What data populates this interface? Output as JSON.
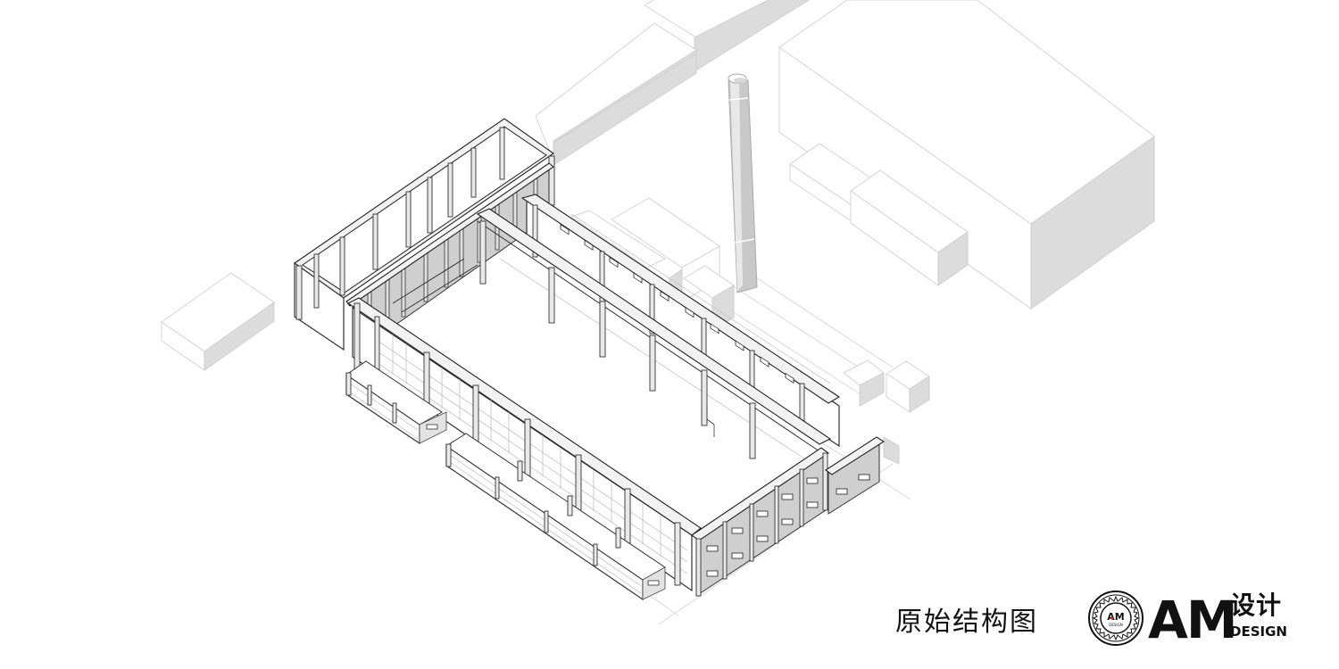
{
  "caption": "原始结构图",
  "logo": {
    "badge_text": "AM",
    "badge_subtext": "DESIGN",
    "wordmark": "AM",
    "wordmark_cn": "设计",
    "wordmark_en": "DESIGN",
    "accent_color": "#cc1f1f"
  },
  "drawing": {
    "type": "axonometric structural drawing",
    "subject": "original building structure with surrounding context volumes and chimney",
    "colors": {
      "line": "#222222",
      "context_line": "#d4d4d4",
      "context_shade": "#dcdcdc",
      "wall_shade": "#cfcfcf"
    }
  }
}
